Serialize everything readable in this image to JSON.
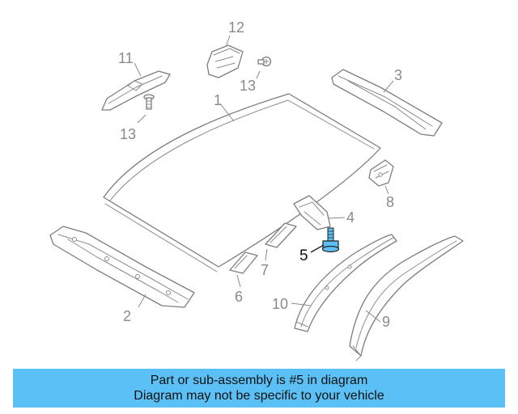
{
  "callouts": {
    "c1": "1",
    "c2": "2",
    "c3": "3",
    "c4": "4",
    "c5": "5",
    "c6": "6",
    "c7": "7",
    "c8": "8",
    "c9": "9",
    "c10": "10",
    "c11": "11",
    "c12": "12",
    "c13a": "13",
    "c13b": "13"
  },
  "highlight_color": "#5bc0f5",
  "banner": {
    "line1": "Part or sub-assembly is #5 in diagram",
    "line2": "Diagram may not be specific to your vehicle"
  }
}
